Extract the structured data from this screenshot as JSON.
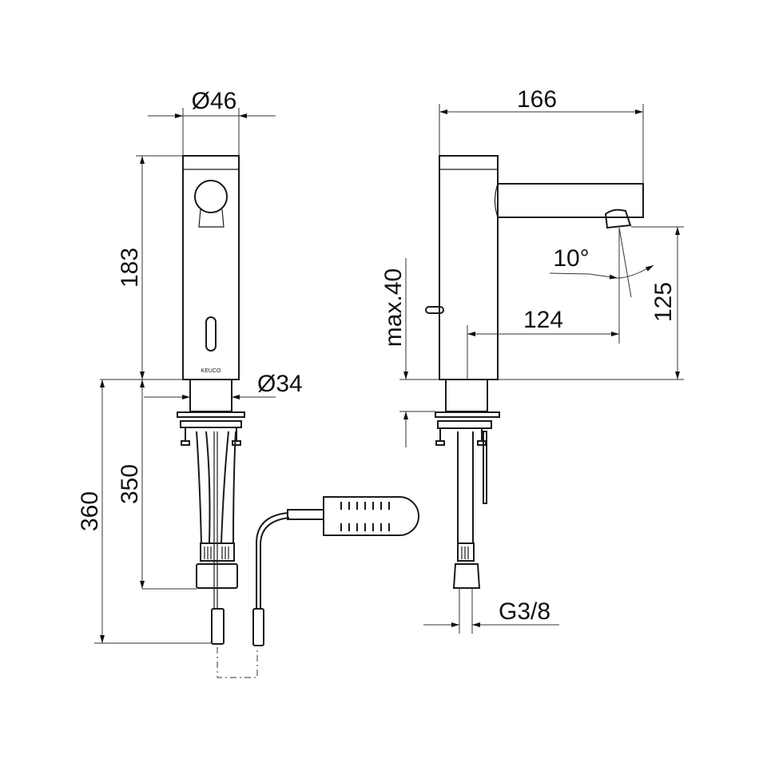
{
  "drawing": {
    "brand_mark": "KEUCO",
    "front_view": {
      "diameter_top": "Ø46",
      "height_body": "183",
      "diameter_neck": "Ø34",
      "length_hose": "350",
      "length_total": "360"
    },
    "side_view": {
      "spout_reach": "166",
      "spout_to_axis": "124",
      "spout_height": "125",
      "spray_angle": "10°",
      "max_deck_thickness": "max.40",
      "connection_thread": "G3/8"
    }
  }
}
